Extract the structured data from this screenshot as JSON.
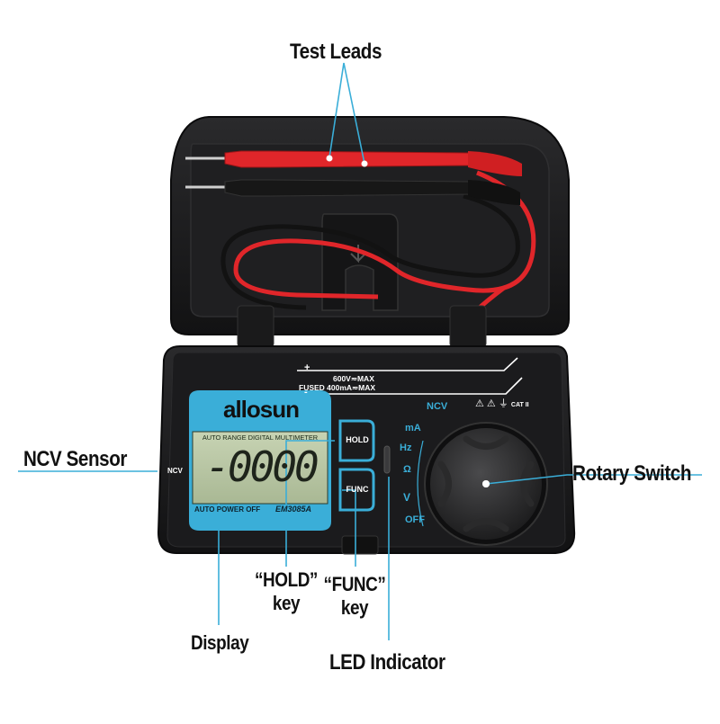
{
  "callouts": {
    "test_leads": "Test Leads",
    "ncv_sensor": "NCV Sensor",
    "rotary_switch": "Rotary Switch",
    "hold_key_1": "“HOLD”",
    "hold_key_2": "key",
    "func_key_1": "“FUNC”",
    "func_key_2": "key",
    "display": "Display",
    "led_indicator": "LED Indicator"
  },
  "device": {
    "brand": "allosun",
    "lcd_caption": "AUTO RANGE DIGITAL MULTIMETER",
    "lcd_reading": "-0000",
    "auto_power_off": "AUTO POWER OFF",
    "model": "EM3085A",
    "hold_label": "HOLD",
    "func_label": "FUNC",
    "ncv_side_label": "NCV",
    "input_rating_1": "600V≂MAX",
    "input_rating_2": "FUSED 400mA≂MAX",
    "plus_sign": "+",
    "minus_sign": "-",
    "cat_rating": "CAT II",
    "dial_positions": {
      "ncv": "NCV",
      "ma": "mA",
      "hz": "Hz",
      "diode_ohm": "Ω",
      "volts": "V",
      "off": "OFF"
    }
  },
  "colors": {
    "accent_cyan": "#3aaed8",
    "case_black": "#1c1c1e",
    "lead_red": "#e0262a",
    "lcd_green": "#b9c7a4"
  }
}
